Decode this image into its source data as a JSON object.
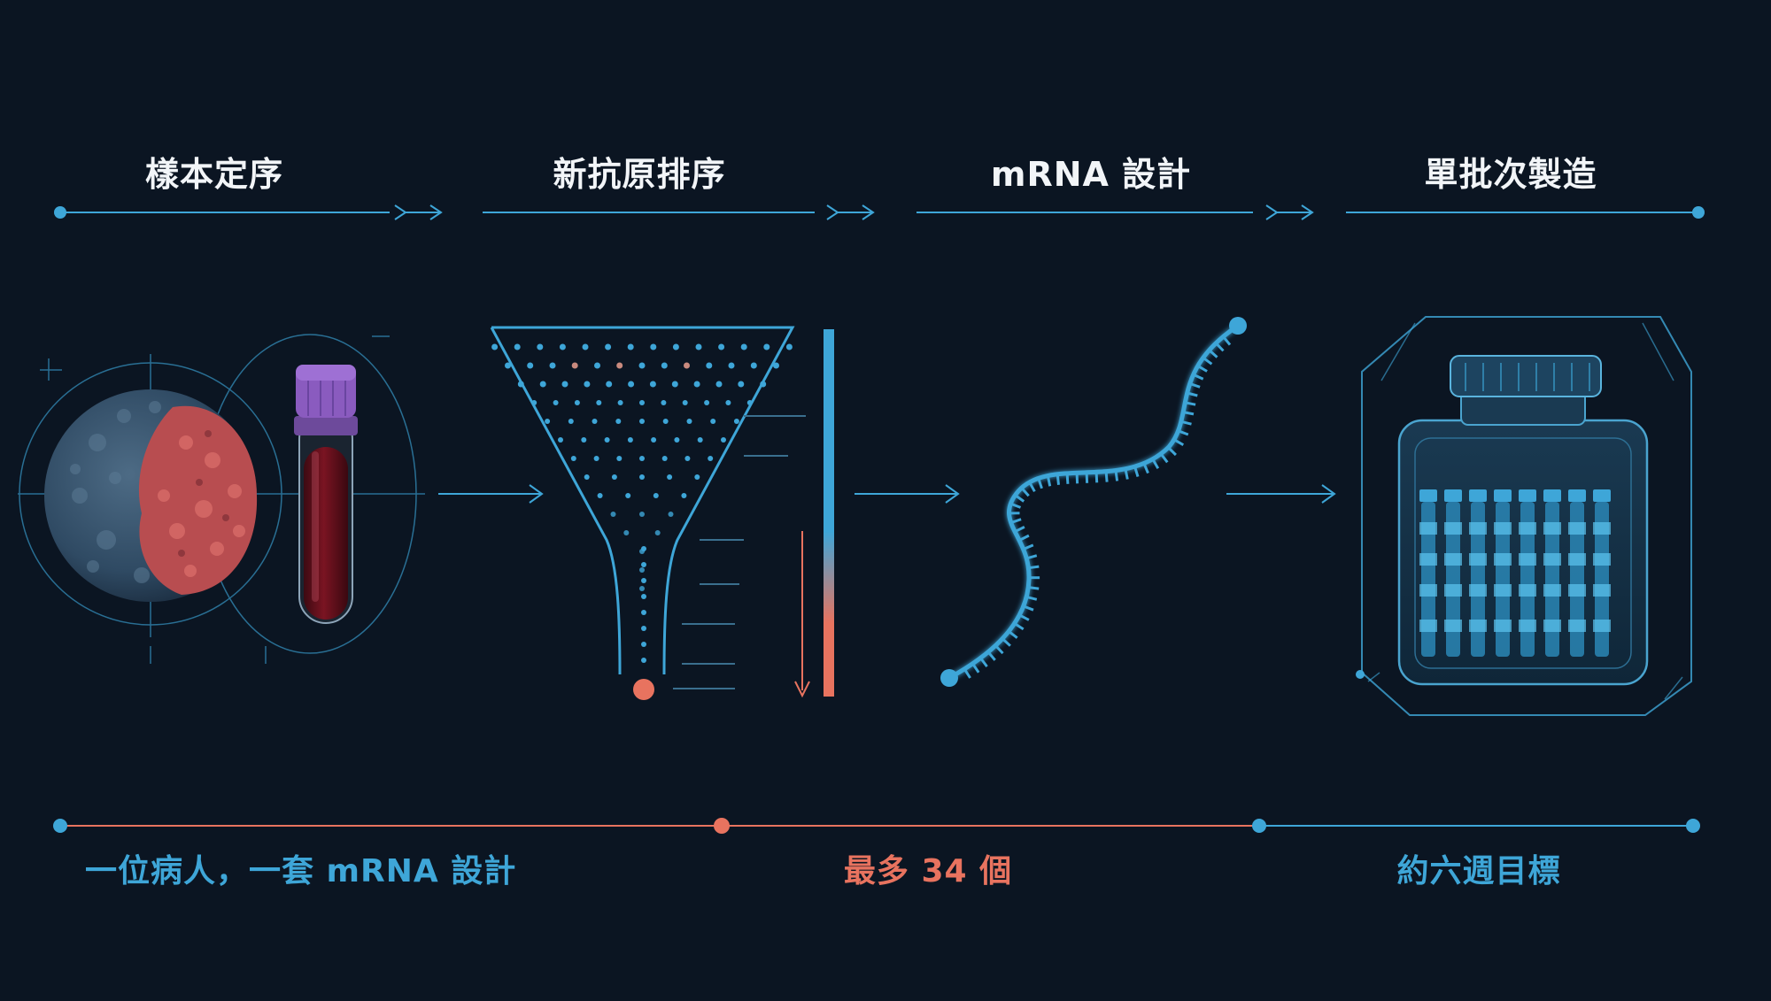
{
  "steps": [
    {
      "title": "樣本定序"
    },
    {
      "title": "新抗原排序"
    },
    {
      "title": "mRNA 設計"
    },
    {
      "title": "單批次製造"
    }
  ],
  "footer": {
    "left": "一位病人，一套 mRNA 設計",
    "middle": "最多 34 個",
    "right": "約六週目標"
  },
  "colors": {
    "background": "#0b1522",
    "accent_blue": "#3ea6d8",
    "accent_coral": "#e8735f",
    "title_text": "#f2f5f8"
  },
  "icons": {
    "step1": "tumor-cell-and-blood-tube-icon",
    "step2": "funnel-ranking-icon",
    "step3": "mrna-strand-icon",
    "step4": "vial-container-icon"
  }
}
